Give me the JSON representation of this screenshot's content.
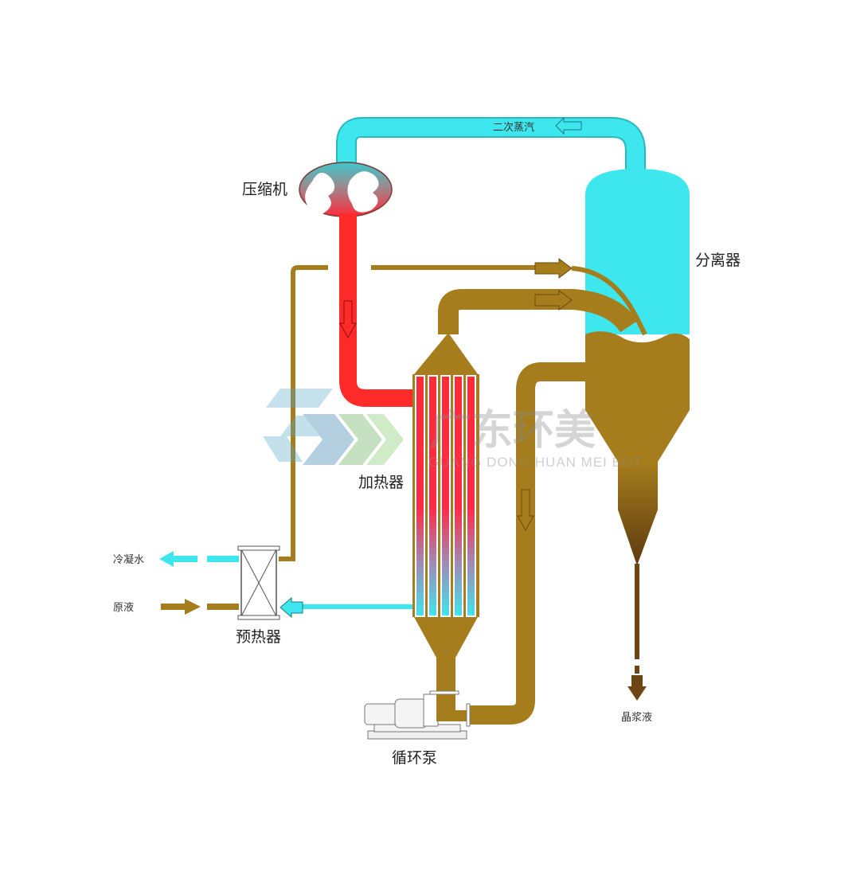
{
  "labels": {
    "compressor": "压缩机",
    "separator": "分离器",
    "heater": "加热器",
    "preheater": "预热器",
    "circulation_pump": "循环泵",
    "secondary_steam": "二次蒸汽",
    "condensate": "冷凝水",
    "raw_liquid": "原液",
    "crystal_slurry": "晶浆液"
  },
  "watermark": {
    "company": "广东环美",
    "company_en": "GUANG DONG HUAN MEI BOT"
  },
  "colors": {
    "steam": "#3ee6ee",
    "hot_steam": "#ff2a2a",
    "liquid": "#a57d1c",
    "slurry": "#6b4512",
    "outline": "#7a5a10"
  }
}
